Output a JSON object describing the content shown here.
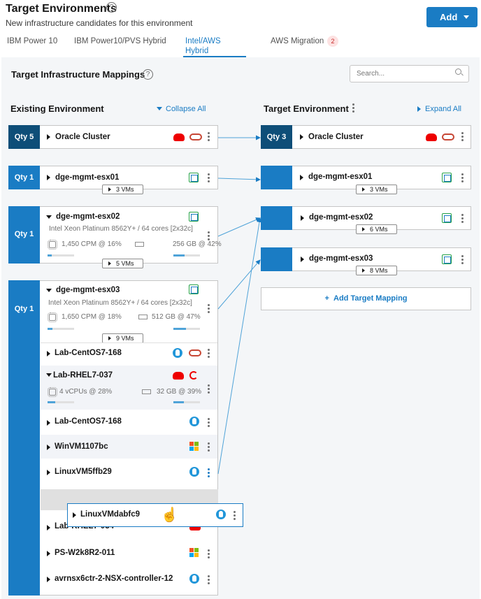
{
  "header": {
    "title": "Target Environments",
    "subtitle": "New infrastructure candidates for this environment",
    "add_label": "Add"
  },
  "tabs": [
    {
      "label": "IBM Power 10"
    },
    {
      "label": "IBM Power10/PVS Hybrid"
    },
    {
      "label": "Intel/AWS Hybrid"
    },
    {
      "label": "AWS Migration",
      "badge": "2"
    }
  ],
  "panel": {
    "title": "Target Infrastructure Mappings",
    "search_placeholder": "Search..."
  },
  "existing": {
    "heading": "Existing Environment",
    "collapse_label": "Collapse All",
    "groups": [
      {
        "qty": "Qty 5",
        "name": "Oracle Cluster"
      },
      {
        "qty": "Qty 1",
        "name": "dge-mgmt-esx01",
        "vms": "3 VMs"
      },
      {
        "qty": "Qty 1",
        "name": "dge-mgmt-esx02",
        "cpu_desc": "Intel Xeon Platinum 8562Y+ / 64 cores [2x32c]",
        "cpu": "1,450 CPM @ 16%",
        "cpu_pct": 16,
        "mem": "256 GB @ 42%",
        "mem_pct": 42,
        "vms": "5 VMs"
      },
      {
        "qty": "Qty 1",
        "name": "dge-mgmt-esx03",
        "cpu_desc": "Intel Xeon Platinum 8562Y+ / 64 cores [2x32c]",
        "cpu": "1,650 CPM @ 18%",
        "cpu_pct": 18,
        "mem": "512 GB @ 47%",
        "mem_pct": 47,
        "vms": "9 VMs",
        "vm_list": [
          {
            "name": "Lab-CentOS7-168"
          },
          {
            "name": "Lab-RHEL7-037",
            "cpu": "4 vCPUs @ 28%",
            "cpu_pct": 28,
            "mem": "32 GB @ 39%",
            "mem_pct": 39
          },
          {
            "name": "Lab-CentOS7-168"
          },
          {
            "name": "WinVM1107bc"
          },
          {
            "name": "LinuxVM5ffb29"
          },
          {
            "name": "Lab-RHEL7-034"
          },
          {
            "name": "PS-W2k8R2-011"
          },
          {
            "name": "avrnsx6ctr-2-NSX-controller-12"
          }
        ]
      }
    ]
  },
  "dragging": {
    "name": "LinuxVMdabfc9"
  },
  "target": {
    "heading": "Target Environment",
    "expand_label": "Expand All",
    "groups": [
      {
        "qty": "Qty 3",
        "name": "Oracle Cluster"
      },
      {
        "qty": "",
        "name": "dge-mgmt-esx01",
        "vms": "3 VMs"
      },
      {
        "qty": "",
        "name": "dge-mgmt-esx02",
        "vms": "6 VMs"
      },
      {
        "qty": "",
        "name": "dge-mgmt-esx03",
        "vms": "8 VMs"
      }
    ],
    "add_mapping_label": "Add Target Mapping"
  },
  "colors": {
    "accent": "#1a7cc4",
    "qty_dark": "#0e4e78",
    "redhat": "#ee0000",
    "oracle": "#c74634",
    "linux": "#2196d9"
  }
}
